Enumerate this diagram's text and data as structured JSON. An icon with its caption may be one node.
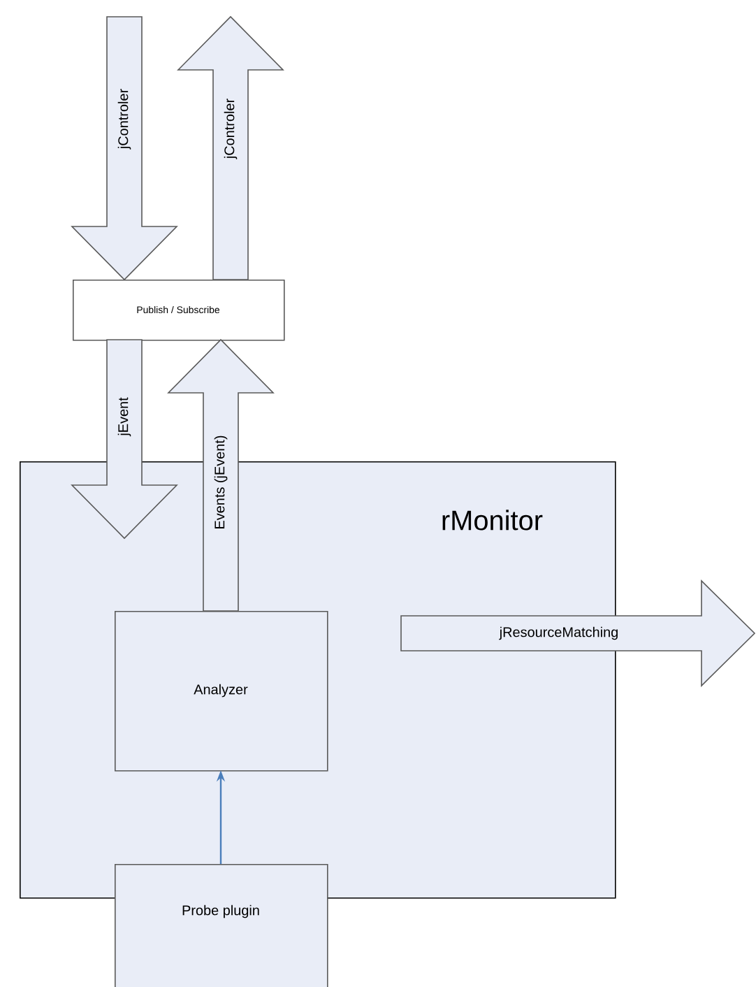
{
  "diagram": {
    "nodes": [
      {
        "text": [
          "rMonitor"
        ]
      },
      {
        "text": [
          "Publish / Subscribe"
        ]
      },
      {
        "text": [
          "Analyzer"
        ],
        "in": 0
      },
      {
        "text": [
          "Probe plugin"
        ]
      }
    ],
    "edges": [
      {
        "from": null,
        "to": 1,
        "arrow": "to",
        "label": "jControler",
        "style": "thick"
      },
      {
        "from": 1,
        "to": null,
        "arrow": "to",
        "label": "jControler",
        "style": "thick"
      },
      {
        "from": 1,
        "to": null,
        "arrow": "to",
        "label": "jEvent",
        "style": "thick"
      },
      {
        "from": 2,
        "to": 1,
        "arrow": "to",
        "label": "Events (jEvent)",
        "style": "thick"
      },
      {
        "from": 0,
        "to": null,
        "arrow": "to",
        "label": "jResourceMatching",
        "style": "thick"
      },
      {
        "from": 3,
        "to": 2,
        "arrow": "to",
        "color": "#4a7ebb"
      }
    ]
  }
}
